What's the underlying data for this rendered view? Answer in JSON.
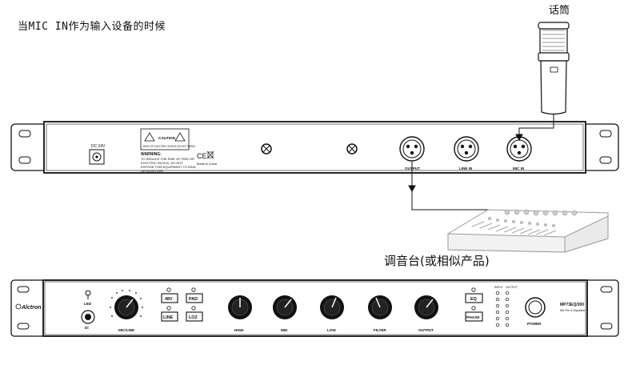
{
  "title": "当MIC IN作为输入设备的时候",
  "mic_label": "话筒",
  "mixer_label": "调音台(或相似产品)",
  "back_panel": {
    "dc_label": "DC 24V",
    "caution": "CAUTION",
    "caution_sub": "RISK OF ELECTRIC SHOCK DO NOT OPEN",
    "warning_title": "WARNING:",
    "warning_lines": [
      "TO REDUCE THE RISK OF FIRE OR",
      "ELECTRIC SHOCK, DO NOT",
      "EXPOSE THIS EQUIPMENT TO RAIN",
      "OR MOISTURE"
    ],
    "ce_mark": "CE",
    "made_in": "Made in china",
    "jack_labels": [
      "OUTPUT",
      "LINE IN",
      "MIC IN"
    ]
  },
  "front_panel": {
    "brand": "Alctron",
    "led_label": "LED",
    "di_label": "DI",
    "knob_labels": [
      "MIC/LINE",
      "HIGH",
      "MID",
      "LOW",
      "FILTER",
      "OUTPUT"
    ],
    "buttons_left": [
      "48V",
      "PAD",
      "LINE",
      "LOZ"
    ],
    "buttons_right": [
      "EQ",
      "PHASE"
    ],
    "meter_header": [
      "INPUT",
      "OUTPUT"
    ],
    "model": "MP73EQ/300",
    "model_sub": "Mic Pre & Equalizer",
    "power_label": "POWER"
  }
}
